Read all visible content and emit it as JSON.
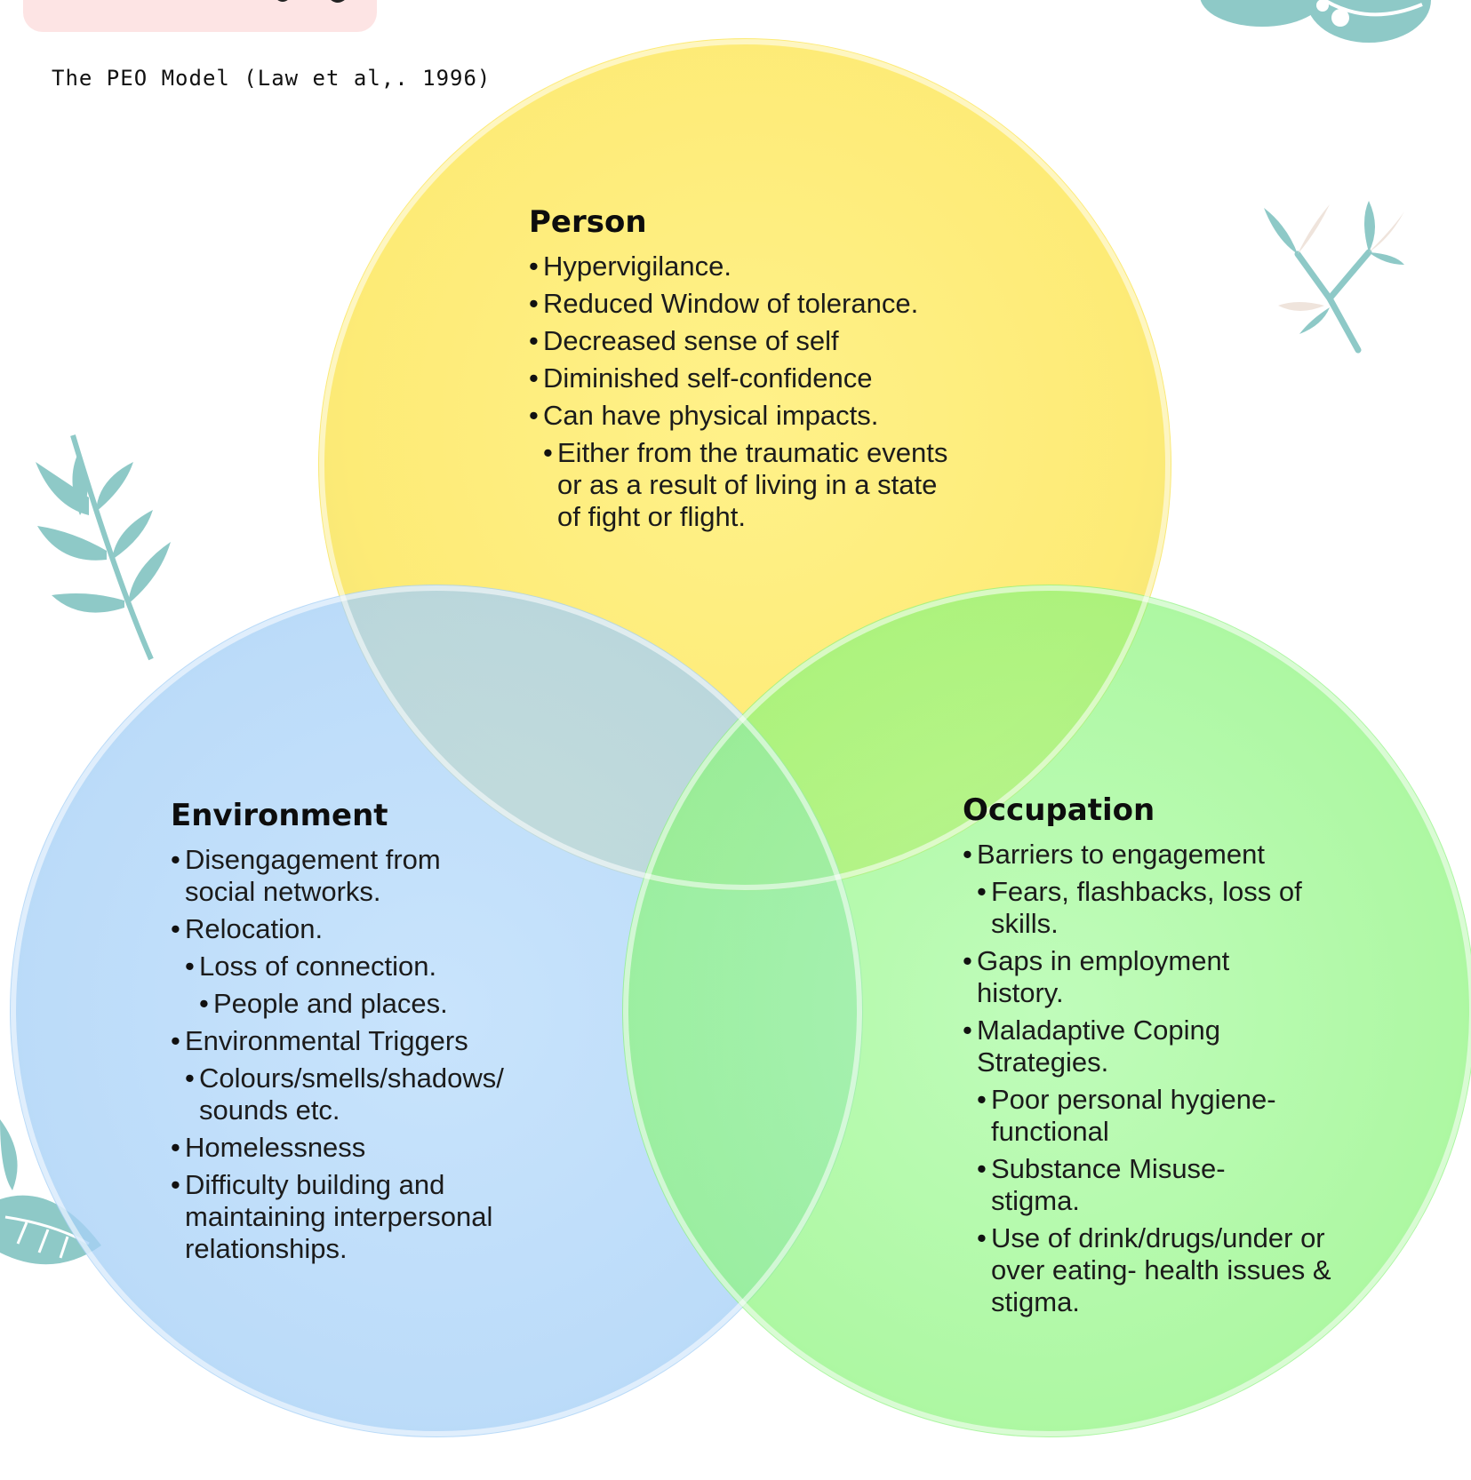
{
  "header": {
    "subtitle": "The PEO Model (Law et al,. 1996)"
  },
  "colors": {
    "title_pill": "#fde4e4",
    "person_circle": "#fde96a",
    "environment_circle": "#a8d1f7",
    "occupation_circle": "#8ef57f",
    "leaf_teal": "#8ec9c7",
    "leaf_cream": "#efe4dc"
  },
  "diagram": {
    "type": "venn",
    "circles": {
      "person": {
        "heading": "Person",
        "items": [
          {
            "level": 0,
            "text": "Hypervigilance."
          },
          {
            "level": 0,
            "text": "Reduced Window of tolerance."
          },
          {
            "level": 0,
            "text": "Decreased sense of self"
          },
          {
            "level": 0,
            "text": "Diminished self-confidence"
          },
          {
            "level": 0,
            "text": "Can have physical impacts."
          },
          {
            "level": 1,
            "text": "Either from the traumatic events or as a result of living in a state of fight or flight."
          }
        ]
      },
      "environment": {
        "heading": "Environment",
        "items": [
          {
            "level": 0,
            "text": "Disengagement from social networks."
          },
          {
            "level": 0,
            "text": "Relocation."
          },
          {
            "level": 1,
            "text": "Loss of connection."
          },
          {
            "level": 2,
            "text": "People and places."
          },
          {
            "level": 0,
            "text": "Environmental Triggers"
          },
          {
            "level": 1,
            "text": "Colours/smells/shadows/ sounds etc."
          },
          {
            "level": 0,
            "text": "Homelessness"
          },
          {
            "level": 0,
            "text": "Difficulty building and maintaining interpersonal relationships."
          }
        ]
      },
      "occupation": {
        "heading": "Occupation",
        "items": [
          {
            "level": 0,
            "text": "Barriers to engagement"
          },
          {
            "level": 1,
            "text": "Fears, flashbacks, loss of skills."
          },
          {
            "level": 0,
            "text": "Gaps in employment history."
          },
          {
            "level": 0,
            "text": "Maladaptive Coping Strategies."
          },
          {
            "level": 1,
            "text": "Poor personal hygiene- functional"
          },
          {
            "level": 1,
            "text": "Substance Misuse- stigma."
          },
          {
            "level": 1,
            "text": "Use of drink/drugs/under or over eating- health issues & stigma."
          }
        ]
      }
    }
  }
}
